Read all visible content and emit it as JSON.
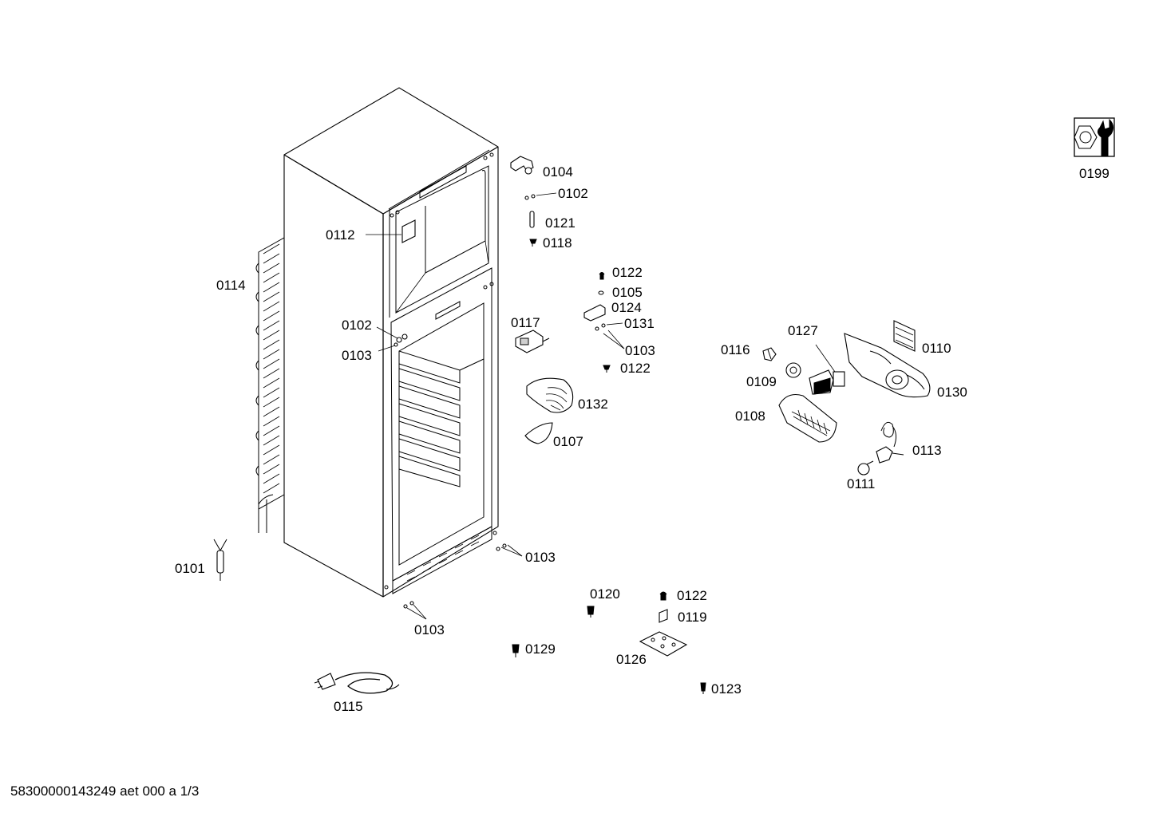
{
  "document_id": "58300000143249 aet 000 a 1/3",
  "parts": [
    {
      "id": "0199",
      "name": "service-tool-icon"
    },
    {
      "id": "0104"
    },
    {
      "id": "0102"
    },
    {
      "id": "0121"
    },
    {
      "id": "0118"
    },
    {
      "id": "0112"
    },
    {
      "id": "0114"
    },
    {
      "id": "0122"
    },
    {
      "id": "0105"
    },
    {
      "id": "0124"
    },
    {
      "id": "0131"
    },
    {
      "id": "0103"
    },
    {
      "id": "0117"
    },
    {
      "id": "0132"
    },
    {
      "id": "0107"
    },
    {
      "id": "0116"
    },
    {
      "id": "0127"
    },
    {
      "id": "0109"
    },
    {
      "id": "0108"
    },
    {
      "id": "0110"
    },
    {
      "id": "0130"
    },
    {
      "id": "0113"
    },
    {
      "id": "0111"
    },
    {
      "id": "0101"
    },
    {
      "id": "0120"
    },
    {
      "id": "0119"
    },
    {
      "id": "0126"
    },
    {
      "id": "0129"
    },
    {
      "id": "0123"
    },
    {
      "id": "0115"
    }
  ],
  "labels": {
    "l0104": "0104",
    "l0102a": "0102",
    "l0121": "0121",
    "l0118": "0118",
    "l0112": "0112",
    "l0114": "0114",
    "l0102b": "0102",
    "l0103a": "0103",
    "l0117": "0117",
    "l0122a": "0122",
    "l0105": "0105",
    "l0124": "0124",
    "l0131": "0131",
    "l0103b": "0103",
    "l0122b": "0122",
    "l0132": "0132",
    "l0107": "0107",
    "l0116": "0116",
    "l0127": "0127",
    "l0109": "0109",
    "l0108": "0108",
    "l0110": "0110",
    "l0130": "0130",
    "l0113": "0113",
    "l0111": "0111",
    "l0199": "0199",
    "l0101": "0101",
    "l0103c": "0103",
    "l0103d": "0103",
    "l0120": "0120",
    "l0122c": "0122",
    "l0119": "0119",
    "l0129": "0129",
    "l0126": "0126",
    "l0123": "0123",
    "l0115": "0115"
  }
}
